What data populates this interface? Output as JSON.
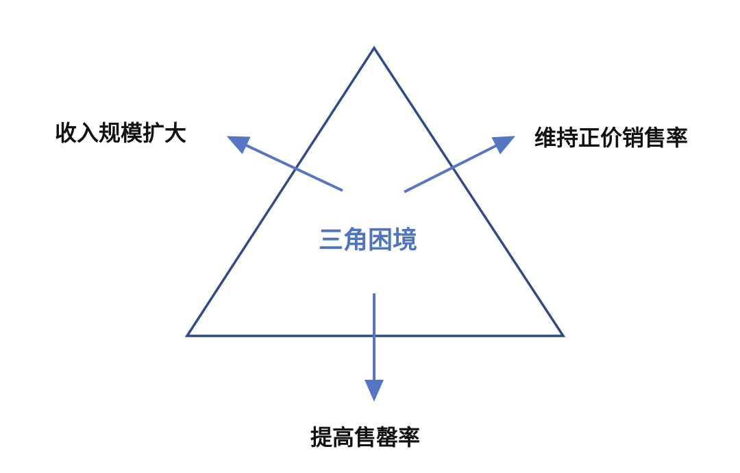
{
  "diagram": {
    "center_label": "三角困境",
    "goals": {
      "left": "收入规模扩大",
      "right": "维持正价销售率",
      "bottom": "提高售罄率"
    },
    "colors": {
      "triangle_stroke": "#2f4a86",
      "arrow": "#5676c4",
      "center_text": "#4f74c0",
      "label_text": "#111111",
      "background": "#ffffff"
    }
  }
}
